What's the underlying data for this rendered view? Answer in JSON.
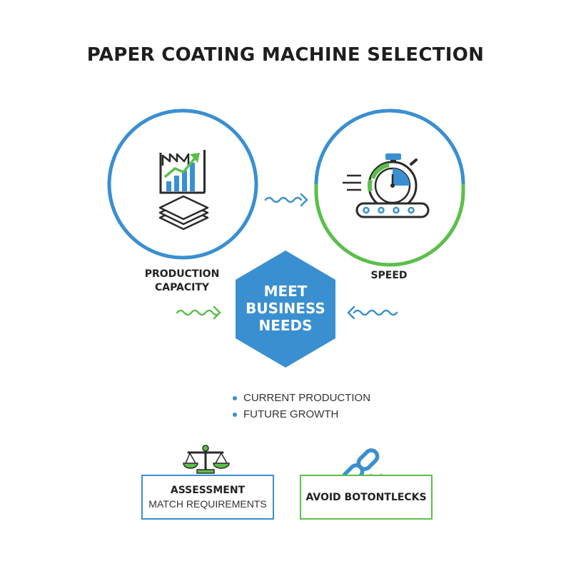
{
  "title": "PAPER COATING MACHINE SELECTION",
  "production": {
    "label_line1": "PRODUCTION",
    "label_line2": "CAPACITY"
  },
  "speed": {
    "label": "SPEED"
  },
  "center": {
    "line1": "MEET",
    "line2": "BUSINESS",
    "line3": "NEEDS"
  },
  "bullets": [
    "CURRENT PRODUCTION",
    "FUTURE GROWTH"
  ],
  "assessment": {
    "title": "ASSESSMENT",
    "subtitle": "MATCH REQUIREMENTS"
  },
  "avoid": {
    "title": "AVOID BOTONTLECKS"
  },
  "colors": {
    "blue": "#3a8fd1",
    "green": "#5cbf4a",
    "red": "#e03b3b",
    "dark": "#2a2a2a",
    "hex_fill": "#3a8fd1"
  },
  "icons": {
    "production": "growth-chart-factory-icon",
    "paper": "paper-stack-icon",
    "speed": "stopwatch-conveyor-icon",
    "assessment": "balance-scale-icon",
    "avoid": "broken-chain-icon"
  }
}
